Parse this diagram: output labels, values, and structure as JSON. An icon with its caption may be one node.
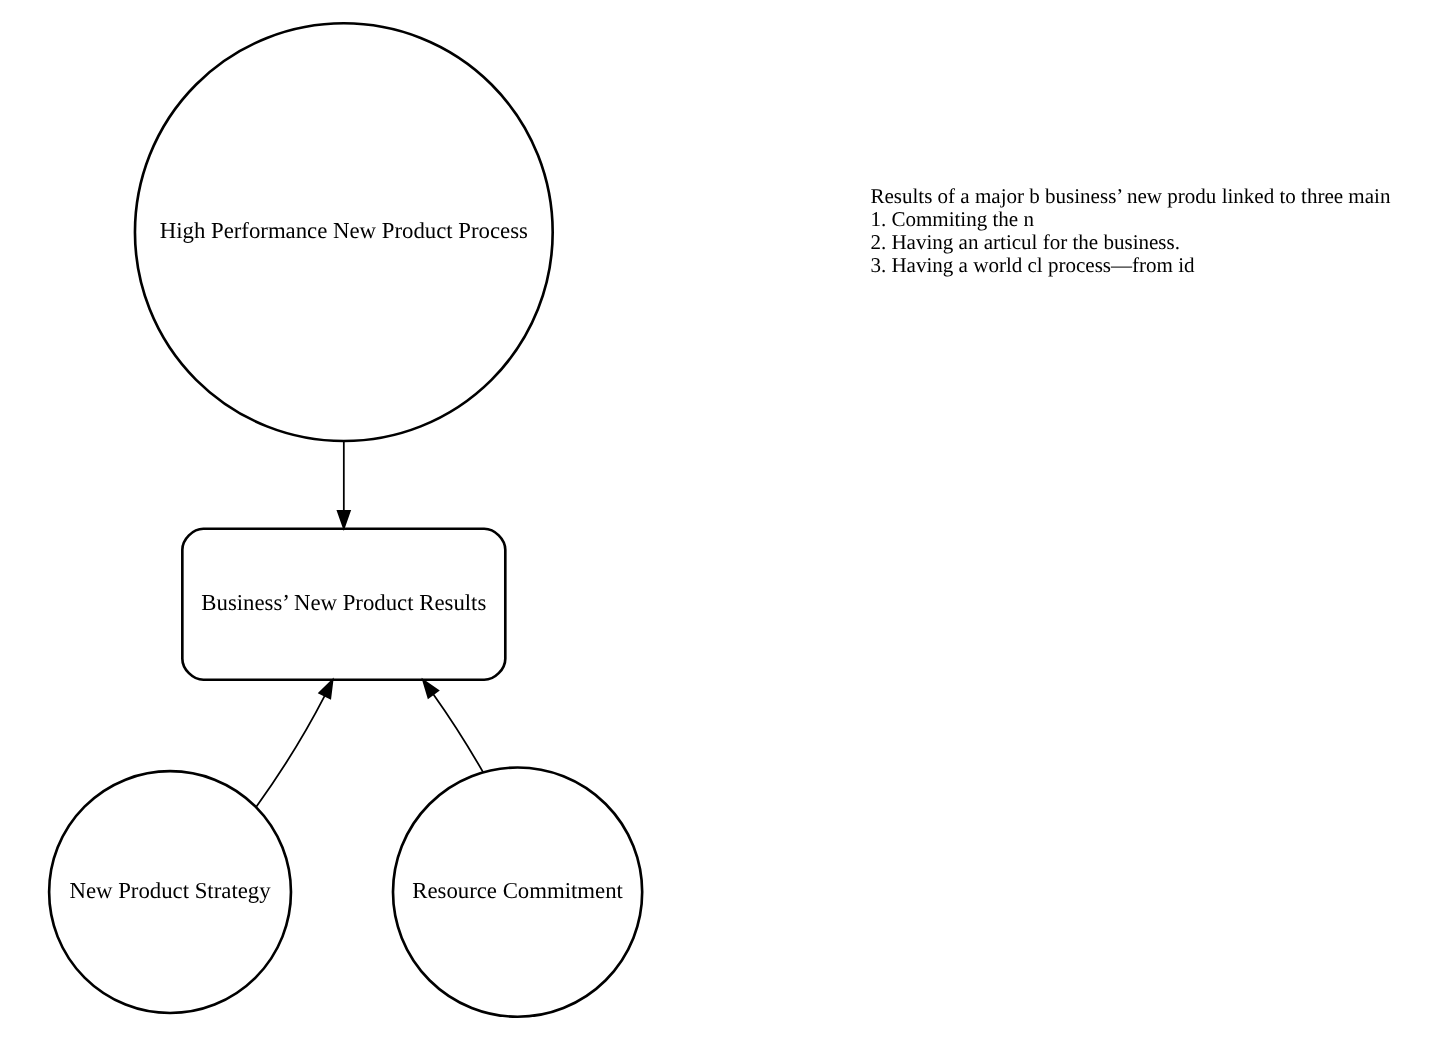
{
  "diagram": {
    "nodes": [
      {
        "text": [
          "High Performance New Product Process"
        ]
      },
      {
        "text": [
          "Business’ New Product Results"
        ]
      },
      {
        "text": [
          "New Product Strategy"
        ]
      },
      {
        "text": [
          "Resource Commitment"
        ]
      }
    ],
    "edges": [
      {
        "from": 0,
        "to": 1,
        "arrow": "to"
      },
      {
        "from": 2,
        "to": 1,
        "arrow": "to"
      },
      {
        "from": 3,
        "to": 1,
        "arrow": "to"
      }
    ],
    "labels": [
      "Results of a major b business’ new produ linked to three main",
      "1. Commiting the n",
      "2. Having an articul for the business.",
      "3. Having a world cl process—from id"
    ]
  }
}
